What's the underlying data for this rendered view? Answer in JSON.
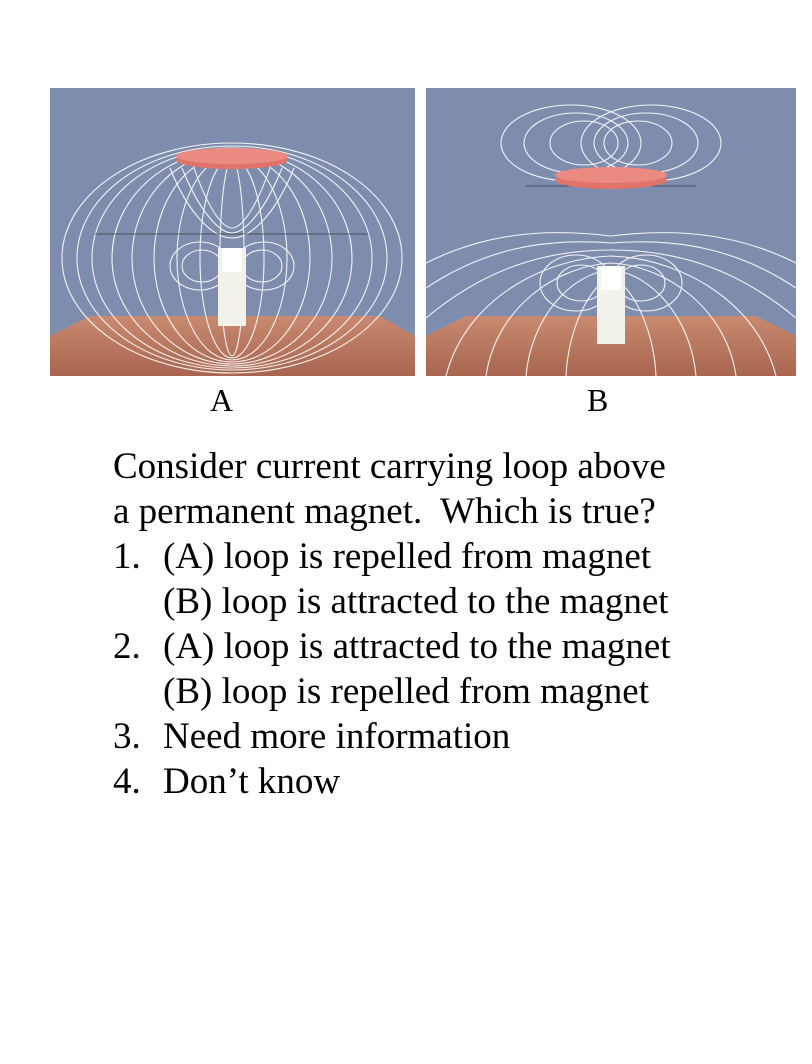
{
  "figures": [
    {
      "label": "A",
      "description_hidden": false
    },
    {
      "label": "B"
    }
  ],
  "colors": {
    "sky": "#7e8dad",
    "floor": "#b5745f",
    "loop": "#e0736a",
    "field_lines": "#ffffff",
    "magnet": "#f2f2ea"
  },
  "question": {
    "stem_line1": "Consider current carrying loop above",
    "stem_line2": "a permanent magnet.  Which is true?",
    "options": [
      {
        "num": "1.",
        "line1": "(A) loop is repelled from magnet",
        "line2": "(B) loop is attracted to the magnet"
      },
      {
        "num": "2.",
        "line1": "(A) loop is attracted to the magnet",
        "line2": "(B) loop is repelled from magnet"
      },
      {
        "num": "3.",
        "line1": "Need more information"
      },
      {
        "num": "4.",
        "line1": "Don’t know"
      }
    ]
  }
}
